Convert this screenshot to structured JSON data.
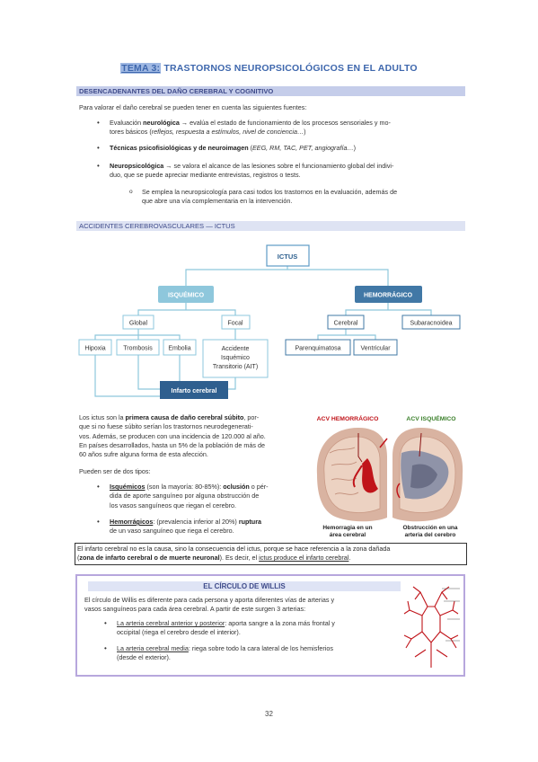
{
  "title": {
    "number": "TEMA 3:",
    "text": " TRASTORNOS NEUROPSICOLÓGICOS EN EL ADULTO"
  },
  "section1": {
    "heading": "DESENCADENANTES DEL DAÑO CEREBRAL Y COGNITIVO",
    "intro": "Para valorar el daño cerebral se pueden tener en cuenta las siguientes fuentes:",
    "b1_pre": "Evaluación ",
    "b1_bold": "neurológica",
    "b1_arrow": " → ",
    "b1_text1": "evalúa el estado de funcionamiento de los procesos sensoriales y mo-",
    "b1_text2a": "tores básicos (",
    "b1_italic": "reflejos, respuesta a estímulos, nivel de conciencia…",
    "b1_text2b": ")",
    "b2_bold": "Técnicas psicofisiológicas y de neuroimagen",
    "b2_text": " (",
    "b2_italic": "EEG, RM, TAC, PET, angiografía…",
    "b2_close": ")",
    "b3_bold": "Neuropsicológica",
    "b3_arrow": " → ",
    "b3_text1": "se valora el alcance de las lesiones sobre el funcionamiento global del indivi-",
    "b3_text2": "duo, que se puede apreciar mediante entrevistas, registros o tests.",
    "sub_text1": "Se emplea la neuropsicología para casi todos los trastornos en la evaluación, además de",
    "sub_text2": "que abre una vía complementaria en la intervención."
  },
  "section2": {
    "heading": "ACCIDENTES CEREBROVASCULARES — ICTUS",
    "diagram": {
      "root": "ICTUS",
      "isquemico": "ISQUÉMICO",
      "hemorragico": "HEMORRÁGICO",
      "global": "Global",
      "focal": "Focal",
      "cerebral": "Cerebral",
      "subaracnoidea": "Subaracnoidea",
      "hipoxia": "Hipoxia",
      "trombosis": "Trombosis",
      "embolia": "Embolia",
      "ait1": "Accidente",
      "ait2": "Isquémico",
      "ait3": "Transitorio (AIT)",
      "parenquimatosa": "Parenquimatosa",
      "ventricular": "Ventricular",
      "infarto": "Infarto cerebral"
    },
    "p1_a": "Los ictus son la ",
    "p1_bold": "primera causa de daño cerebral súbito",
    "p1_b": ", por-",
    "p1_l2": "que si no fuese súbito serían los trastornos neurodegenerati-",
    "p1_l3": "vos. Además, se producen con una incidencia de 120.000 al año.",
    "p1_l4": "En países desarrollados, hasta un 5% de la población de más de",
    "p1_l5": "60 años sufre alguna forma de esta afección.",
    "p2": "Pueden ser de dos tipos:",
    "t1_bold": "Isquémicos",
    "t1_a": " (son la mayoría: 80-85%): ",
    "t1_bold2": "oclusión",
    "t1_b": " o pér-",
    "t1_l2": "dida de aporte sanguíneo por alguna obstrucción de",
    "t1_l3": "los vasos sanguíneos que riegan el cerebro.",
    "t2_bold": "Hemorrágicos",
    "t2_a": ": (prevalencia inferior al 20%) ",
    "t2_bold2": "ruptura",
    "t2_l2": "de un vaso sanguíneo que riega el cerebro.",
    "fig_hem_title": "ACV HEMORRÁGICO",
    "fig_isq_title": "ACV ISQUÉMICO",
    "fig_hem_cap1": "Hemorragia en un",
    "fig_hem_cap2": "área cerebral",
    "fig_isq_cap1": "Obstrucción en una",
    "fig_isq_cap2": "arteria del cerebro",
    "box_l1": "El infarto cerebral no es la causa, sino la consecuencia del ictus, porque se hace referencia a la zona dañada",
    "box_l2a": "(",
    "box_l2_bold": "zona de infarto cerebral o de muerte neuronal",
    "box_l2b": "). Es decir, el ",
    "box_l2_u": "ictus produce el infarto cerebral",
    "box_l2c": "."
  },
  "willis": {
    "title": "EL CÍRCULO DE WILLIS",
    "p_l1": "El círculo de Willis es diferente para cada persona y aporta diferentes vías de arterias y",
    "p_l2": "vasos sanguíneos para cada área cerebral. A partir de este surgen 3 arterias:",
    "a1_u": "La arteria cerebral anterior y posterior",
    "a1_text": ": aporta sangre a la zona más frontal y",
    "a1_l2": "occipital (riega el cerebro desde el interior).",
    "a2_u": "La arteria cerebral media",
    "a2_text": ": riega sobre todo la cara lateral de los hemisferios",
    "a2_l2": "(desde el exterior)."
  },
  "page_number": "32",
  "colors": {
    "accent": "#3e67ad",
    "band": "#c5cdea",
    "node_light": "#8ec7dc",
    "node_dark": "#4178a6",
    "hem_red": "#c0141a"
  }
}
